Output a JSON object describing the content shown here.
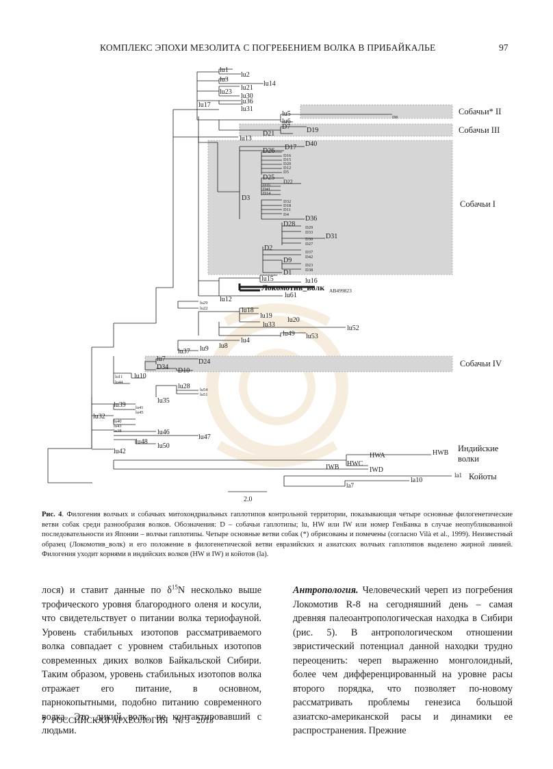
{
  "header": {
    "title": "КОМПЛЕКС ЭПОХИ МЕЗОЛИТА С ПОГРЕБЕНИЕМ ВОЛКА В ПРИБАЙКАЛЬЕ",
    "page_number": "97"
  },
  "figure": {
    "clade_labels": {
      "dogs_2": "Собачьи* II",
      "dogs_3": "Собачьи III",
      "dogs_1": "Собачьи I",
      "dogs_4": "Собачьи IV",
      "indian_line1": "Индийские",
      "indian_line2": "волки",
      "coyotes": "Койоты"
    },
    "highlight_label": "Локомотив_волк",
    "accession": "AB499823",
    "scale_label": "2.0",
    "tip_labels": [
      "lu1",
      "lu2",
      "lu3",
      "lu14",
      "lu21",
      "lu23",
      "lu30",
      "lu36",
      "lu17",
      "lu31",
      "lu5",
      "D8",
      "lu6",
      "D7",
      "D19",
      "D21",
      "lu13",
      "D40",
      "D17",
      "D26",
      "D16",
      "D15",
      "D20",
      "D12",
      "D5",
      "D25",
      "D22",
      "D35",
      "D41",
      "D14",
      "D3",
      "D32",
      "D18",
      "D11",
      "D4",
      "D36",
      "D28",
      "D29",
      "D33",
      "D30",
      "D27",
      "D31",
      "D2",
      "D37",
      "D42",
      "D9",
      "D23",
      "D38",
      "D1",
      "lu15",
      "lu16",
      "lu61",
      "lu12",
      "lu29",
      "lu22",
      "lu18",
      "lu19",
      "lu20",
      "lu33",
      "lu52",
      "lu49",
      "lu53",
      "lu4",
      "lu8",
      "lu9",
      "lu37",
      "lu7",
      "D24",
      "D34",
      "D10",
      "lu11",
      "lu44",
      "lu10",
      "lu28",
      "lu54",
      "lu51",
      "lu35",
      "lu39",
      "lu41",
      "lu45",
      "lu32",
      "lu40",
      "lu43",
      "lu38",
      "lu46",
      "lu47",
      "lu48",
      "lu50",
      "lu42",
      "HWA",
      "HWB",
      "HWC",
      "IWB",
      "IWD",
      "la1",
      "la10",
      "la7"
    ]
  },
  "caption": {
    "label": "Рис. 4",
    "text": ". Филогения волчьих и собачьих митохондриальных гаплотипов контрольной территории, показывающая четыре основные филогенетические ветви собак среди разнообразия волков. Обозначения: D – собачьи гаплотипы; lu, HW или IW или номер ГенБанка в случае неопубликованной последовательности из Японии – волчьи гаплотипы. Четыре основные ветви собак (*) обрисованы и помечены (согласно Vilà et al., 1999). Неизвестный образец (Локомотив_волк) и его положение в филогенетической ветви евразийских и азиатских волчьих гаплотипов выделено жирной линией. Филогения уходит корнями в индийских волков (HW и IW) и койотов (la)."
  },
  "left_column": {
    "text_before": "лося) и ставит данные по δ",
    "superscript": "15",
    "text_after": "N несколько выше трофического уровня благородного оленя и косули, что свидетельствует о питании волка териофауной. Уровень стабильных изотопов рассматриваемого волка совпадает с уровнем стабильных изотопов современных диких волков Байкальской Сибири. Таким образом, уровень стабильных изотопов волка отражает его питание, в основном, парнокопытными, подобно питанию современного волка. Это дикий волк, не контактировавший с людьми."
  },
  "right_column": {
    "heading": "Антропология.",
    "text": " Человеческий череп из погребения Локомотив R-8 на сегодняшний день – самая древняя палеоантропологическая находка в Сибири (рис. 5). В антропологическом отношении эвристический потенциал данной находки трудно переоценить: череп выраженно монголоидный, более чем дифференцированный на уровне расы второго порядка, что позволяет по-новому рассматривать проблемы генезиса большой азиатско-американской расы и динамики ее распространения. Прежние"
  },
  "footer": {
    "page_number": "7",
    "journal": "РОССИЙСКАЯ АРХЕОЛОГИЯ",
    "issue": "№ 3",
    "year": "2013"
  }
}
